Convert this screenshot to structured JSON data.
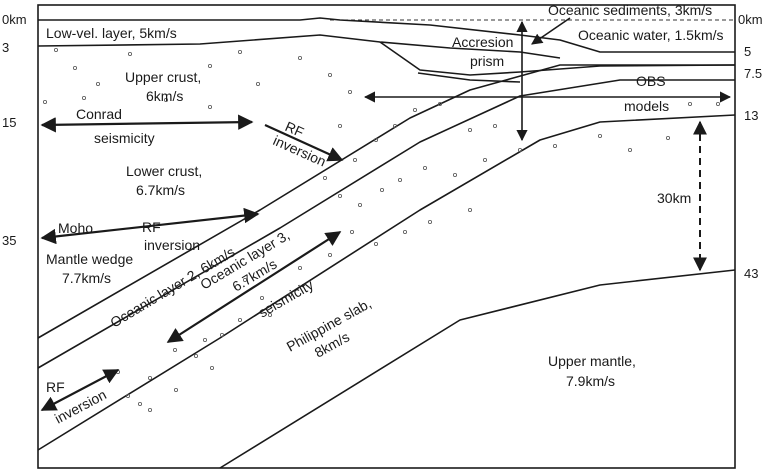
{
  "depth_labels_left": [
    "0km",
    "3",
    "15",
    "35"
  ],
  "depth_labels_right": [
    "0km",
    "5",
    "7.5",
    "13",
    "43"
  ],
  "layers": {
    "oceanic_sediments": "Oceanic sediments, 3km/s",
    "low_velocity_layer": "Low-vel. layer, 5km/s",
    "oceanic_water": "Oceanic water, 1.5km/s",
    "accretion_prism_line1": "Accresion",
    "accretion_prism_line2": "prism",
    "upper_crust_line1": "Upper crust,",
    "upper_crust_line2": "6km/s",
    "lower_crust_line1": "Lower crust,",
    "lower_crust_line2": "6.7km/s",
    "mantle_wedge_line1": "Mantle wedge",
    "mantle_wedge_line2": "7.7km/s",
    "oceanic_layer2": "Oceanic layer 2,  6km/s",
    "oceanic_layer3_line1": "Oceanic layer 3,",
    "oceanic_layer3_line2": "6.7km/s",
    "philippine_slab_line1": "Philippine slab,",
    "philippine_slab_line2": "8km/s",
    "upper_mantle_line1": "Upper mantle,",
    "upper_mantle_line2": "7.9km/s"
  },
  "annotations": {
    "conrad": "Conrad",
    "seismicity": "seismicity",
    "rf_inversion_upper_line1": "RF",
    "rf_inversion_upper_line2": "inversion",
    "moho": "Moho",
    "rf_moho_line1": "RF",
    "rf_moho_line2": "inversion",
    "slab_seismicity": "seismicity",
    "rf_lower_line1": "RF",
    "rf_lower_line2": "inversion",
    "obs_models_line1": "OBS",
    "obs_models_line2": "models",
    "thickness": "30km"
  }
}
